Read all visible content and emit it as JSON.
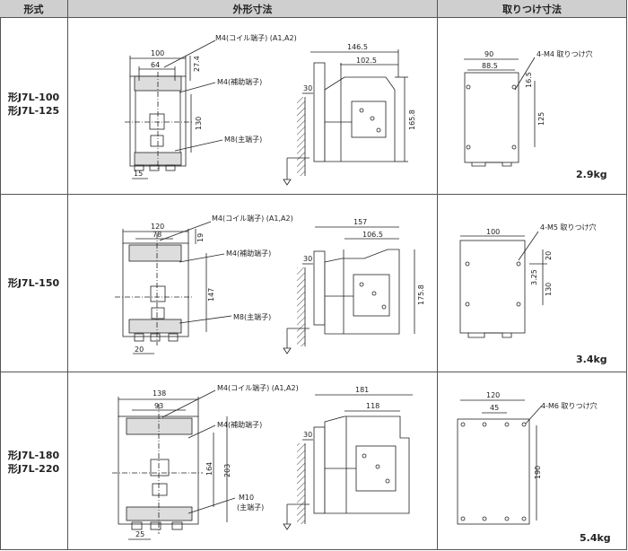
{
  "header": {
    "col_model": "形式",
    "col_outline": "外形寸法",
    "col_mounting": "取りつけ寸法"
  },
  "rows": [
    {
      "models": [
        "形J7L-100",
        "形J7L-125"
      ],
      "weight": "2.9kg",
      "front": {
        "w": "100",
        "inner": "64",
        "top": "27.4",
        "h": "130",
        "foot": "15",
        "coil": "M4(コイル端子) (A1,A2)",
        "aux": "M4(補助端子)",
        "main": "M8(主端子)"
      },
      "side": {
        "d1": "146.5",
        "d2": "102.5",
        "off": "30",
        "h": "165.8"
      },
      "mount": {
        "w1": "90",
        "w2": "88.5",
        "hole": "4-M4 取りつけ穴",
        "v1": "16.5",
        "v2": "125"
      }
    },
    {
      "models": [
        "形J7L-150"
      ],
      "weight": "3.4kg",
      "front": {
        "w": "120",
        "inner": "78",
        "top": "19",
        "h": "147",
        "foot": "20",
        "coil": "M4(コイル端子) (A1,A2)",
        "aux": "M4(補助端子)",
        "main": "M8(主端子)"
      },
      "side": {
        "d1": "157",
        "d2": "106.5",
        "off": "30",
        "h": "175.8"
      },
      "mount": {
        "w1": "100",
        "hole": "4-M5 取りつけ穴",
        "v1": "20",
        "v3": "3.25",
        "v2": "130"
      }
    },
    {
      "models": [
        "形J7L-180",
        "形J7L-220"
      ],
      "weight": "5.4kg",
      "front": {
        "w": "138",
        "inner": "93",
        "h1": "164",
        "h2": "203",
        "foot": "25",
        "coil": "M4(コイル端子) (A1,A2)",
        "aux": "M4(補助端子)",
        "main1": "M10",
        "main2": "(主端子)"
      },
      "side": {
        "d1": "181",
        "d2": "118",
        "off": "30"
      },
      "mount": {
        "w1": "120",
        "w2": "45",
        "hole": "4-M6 取りつけ穴",
        "v2": "190"
      }
    }
  ]
}
